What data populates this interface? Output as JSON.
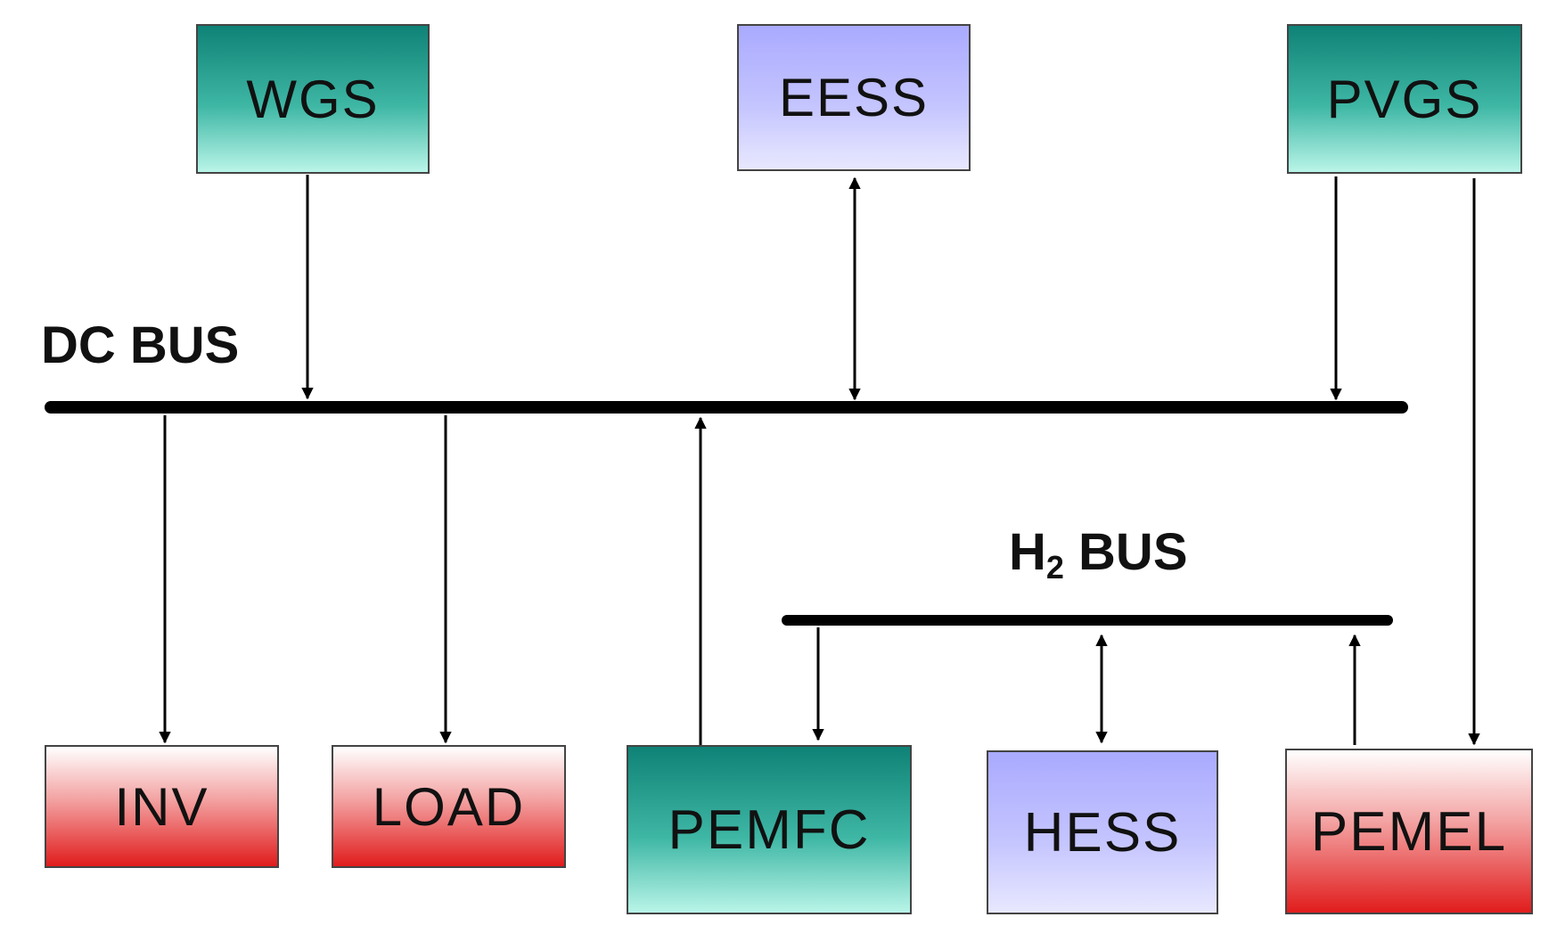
{
  "blocks": {
    "wgs": "WGS",
    "eess": "EESS",
    "pvgs": "PVGS",
    "inv": "INV",
    "load": "LOAD",
    "pemfc": "PEMFC",
    "hess": "HESS",
    "pemel": "PEMEL"
  },
  "buses": {
    "dc_label": "DC BUS",
    "h2_prefix": "H",
    "h2_subscript": "2",
    "h2_suffix": "BUS"
  },
  "colors": {
    "source_teal": "#3fb7a5",
    "storage_lavender": "#c4c4ff",
    "consumer_red": "#e11c1c",
    "line": "#000000"
  }
}
